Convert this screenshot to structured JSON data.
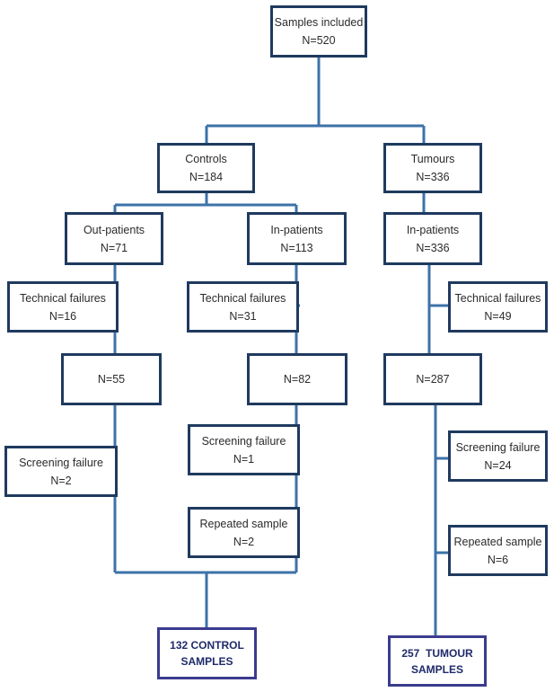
{
  "nodes": {
    "samples": {
      "label": "Samples included",
      "count": "N=520"
    },
    "controls": {
      "label": "Controls",
      "count": "N=184"
    },
    "tumours": {
      "label": "Tumours",
      "count": "N=336"
    },
    "outpatients": {
      "label": "Out-patients",
      "count": "N=71"
    },
    "inpatients_controls": {
      "label": "In-patients",
      "count": "N=113"
    },
    "inpatients_tumours": {
      "label": "In-patients",
      "count": "N=336"
    },
    "tech_fail_out": {
      "label": "Technical failures",
      "count": "N=16"
    },
    "tech_fail_in": {
      "label": "Technical failures",
      "count": "N=31"
    },
    "tech_fail_tum": {
      "label": "Technical failures",
      "count": "N=49"
    },
    "n55": {
      "count": "N=55"
    },
    "n82": {
      "count": "N=82"
    },
    "n287": {
      "count": "N=287"
    },
    "screen_fail_out": {
      "label": "Screening failure",
      "count": "N=2"
    },
    "screen_fail_in": {
      "label": "Screening failure",
      "count": "N=1"
    },
    "screen_fail_tum": {
      "label": "Screening failure",
      "count": "N=24"
    },
    "repeated_in": {
      "label": "Repeated sample",
      "count": "N=2"
    },
    "repeated_tum": {
      "label": "Repeated sample",
      "count": "N=6"
    },
    "control_final": {
      "line1": "132 CONTROL",
      "line2": "SAMPLES"
    },
    "tumour_final": {
      "line1": "257  TUMOUR",
      "line2": "SAMPLES"
    }
  },
  "colors": {
    "connector": "#3d72a8",
    "box_border": "#1f3a5f",
    "final_border": "#3b3b8f"
  }
}
